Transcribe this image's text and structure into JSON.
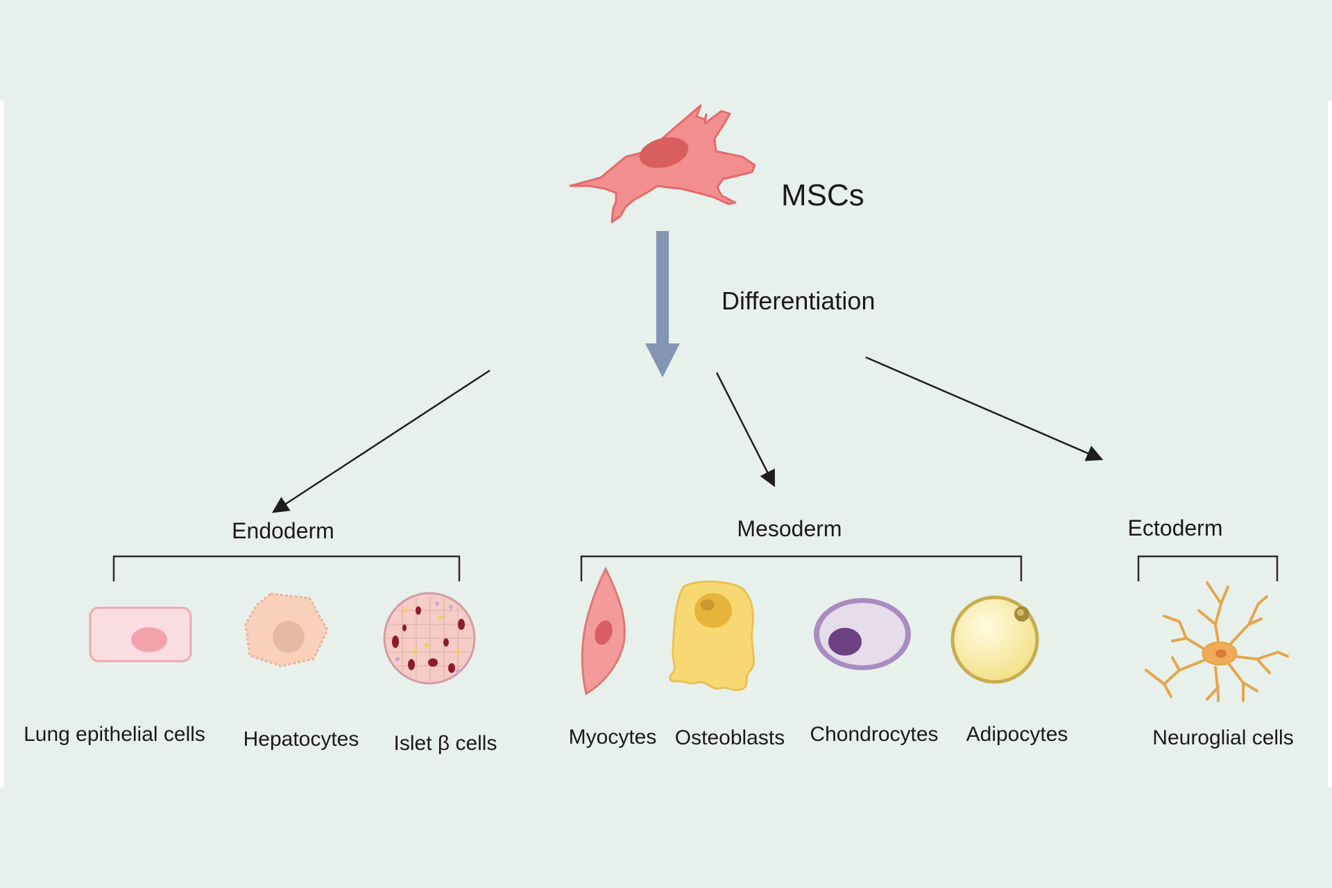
{
  "root": {
    "label": "MSCs"
  },
  "process": {
    "label": "Differentiation"
  },
  "colors": {
    "background": "#e8f0ec",
    "msc_body": "#f08c8c",
    "msc_nucleus": "#d85a5a",
    "main_arrow": "#8494b4"
  },
  "layers": [
    {
      "label": "Endoderm",
      "cells": [
        {
          "label": "Lung epithelial cells",
          "icon": "lung-epithelial-cell-icon"
        },
        {
          "label": "Hepatocytes",
          "icon": "hepatocyte-icon"
        },
        {
          "label": "Islet β cells",
          "icon": "islet-beta-cell-icon"
        }
      ]
    },
    {
      "label": "Mesoderm",
      "cells": [
        {
          "label": "Myocytes",
          "icon": "myocyte-icon"
        },
        {
          "label": "Osteoblasts",
          "icon": "osteoblast-icon"
        },
        {
          "label": "Chondrocytes",
          "icon": "chondrocyte-icon"
        },
        {
          "label": "Adipocytes",
          "icon": "adipocyte-icon"
        }
      ]
    },
    {
      "label": "Ectoderm",
      "cells": [
        {
          "label": "Neuroglial cells",
          "icon": "neuroglial-cell-icon"
        }
      ]
    }
  ]
}
